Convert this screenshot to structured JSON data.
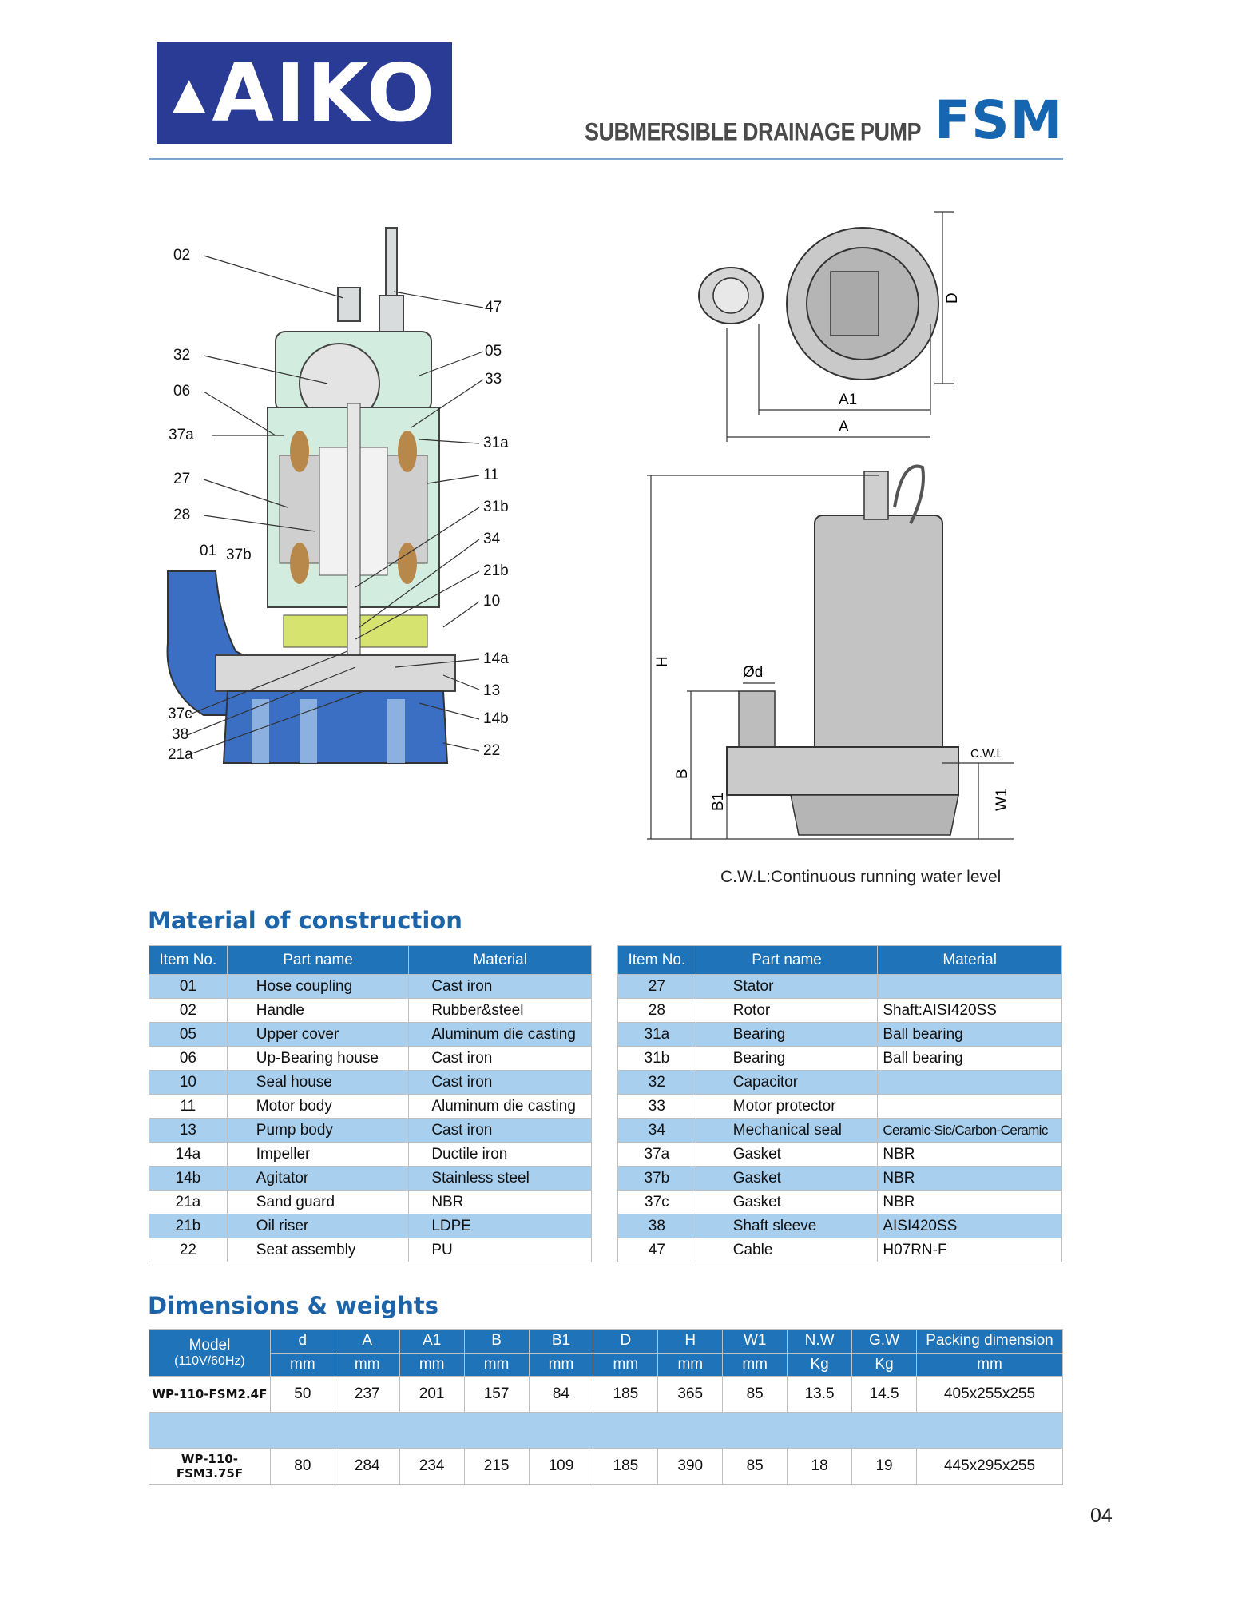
{
  "header": {
    "logo_text": "AIKO",
    "subtitle": "SUBMERSIBLE DRAINAGE PUMP",
    "model": "FSM"
  },
  "cutaway": {
    "labels": [
      "02",
      "47",
      "32",
      "05",
      "33",
      "06",
      "37a",
      "31a",
      "27",
      "11",
      "28",
      "31b",
      "01",
      "37b",
      "34",
      "21b",
      "10",
      "14a",
      "13",
      "37c",
      "14b",
      "38",
      "21a",
      "22"
    ]
  },
  "drawing": {
    "top_labels": {
      "d": "D",
      "a1": "A1",
      "a": "A"
    },
    "side_labels": {
      "h": "H",
      "od": "Ød",
      "b": "B",
      "b1": "B1",
      "w1": "W1",
      "cwl": "C.W.L"
    }
  },
  "cwl_note": "C.W.L:Continuous running water level",
  "materials": {
    "title": "Material of construction",
    "headers": [
      "Item No.",
      "Part name",
      "Material"
    ],
    "left": [
      [
        "01",
        "Hose coupling",
        "Cast iron"
      ],
      [
        "02",
        "Handle",
        "Rubber&steel"
      ],
      [
        "05",
        "Upper cover",
        "Aluminum die casting"
      ],
      [
        "06",
        "Up-Bearing house",
        "Cast iron"
      ],
      [
        "10",
        "Seal house",
        "Cast iron"
      ],
      [
        "11",
        "Motor body",
        "Aluminum die casting"
      ],
      [
        "13",
        "Pump body",
        "Cast iron"
      ],
      [
        "14a",
        "Impeller",
        "Ductile iron"
      ],
      [
        "14b",
        "Agitator",
        "Stainless steel"
      ],
      [
        "21a",
        "Sand guard",
        "NBR"
      ],
      [
        "21b",
        "Oil riser",
        "LDPE"
      ],
      [
        "22",
        "Seat assembly",
        "PU"
      ]
    ],
    "right": [
      [
        "27",
        "Stator",
        ""
      ],
      [
        "28",
        "Rotor",
        "Shaft:AISI420SS"
      ],
      [
        "31a",
        "Bearing",
        "Ball bearing"
      ],
      [
        "31b",
        "Bearing",
        "Ball bearing"
      ],
      [
        "32",
        "Capacitor",
        ""
      ],
      [
        "33",
        "Motor protector",
        ""
      ],
      [
        "34",
        "Mechanical seal",
        "Ceramic-Sic/Carbon-Ceramic"
      ],
      [
        "37a",
        "Gasket",
        "NBR"
      ],
      [
        "37b",
        "Gasket",
        "NBR"
      ],
      [
        "37c",
        "Gasket",
        "NBR"
      ],
      [
        "38",
        "Shaft sleeve",
        "AISI420SS"
      ],
      [
        "47",
        "Cable",
        "H07RN-F"
      ]
    ]
  },
  "dimensions": {
    "title": "Dimensions & weights",
    "model_header": [
      "Model",
      "(110V/60Hz)"
    ],
    "columns": [
      "d",
      "A",
      "A1",
      "B",
      "B1",
      "D",
      "H",
      "W1",
      "N.W",
      "G.W",
      "Packing dimension"
    ],
    "units": [
      "mm",
      "mm",
      "mm",
      "mm",
      "mm",
      "mm",
      "mm",
      "mm",
      "Kg",
      "Kg",
      "mm"
    ],
    "rows": [
      [
        "WP-110-FSM2.4F",
        "50",
        "237",
        "201",
        "157",
        "84",
        "185",
        "365",
        "85",
        "13.5",
        "14.5",
        "405x255x255"
      ],
      [
        "WP-110-FSM3.75F",
        "80",
        "284",
        "234",
        "215",
        "109",
        "185",
        "390",
        "85",
        "18",
        "19",
        "445x295x255"
      ]
    ]
  },
  "page_number": "04",
  "colors": {
    "brand_blue": "#2a3b96",
    "accent_blue": "#1d63a8",
    "table_header": "#1f73b8",
    "row_shade": "#a8cfee"
  }
}
